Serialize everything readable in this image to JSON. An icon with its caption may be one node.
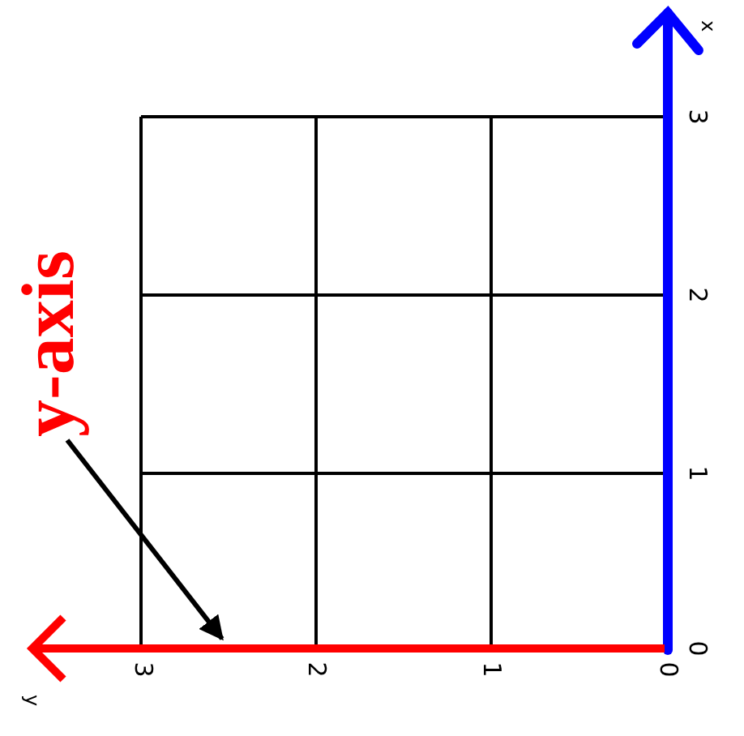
{
  "diagram": {
    "nodes": [
      {
        "text": [
          "y-axis"
        ]
      },
      {
        "text": [],
        "shape": "arrow"
      }
    ],
    "edges": [
      {
        "from": 0,
        "to": 1,
        "arrow": "to"
      }
    ],
    "labels": [
      "x",
      "3",
      "2",
      "1",
      "0",
      "y",
      "3",
      "2",
      "1",
      "0"
    ]
  }
}
